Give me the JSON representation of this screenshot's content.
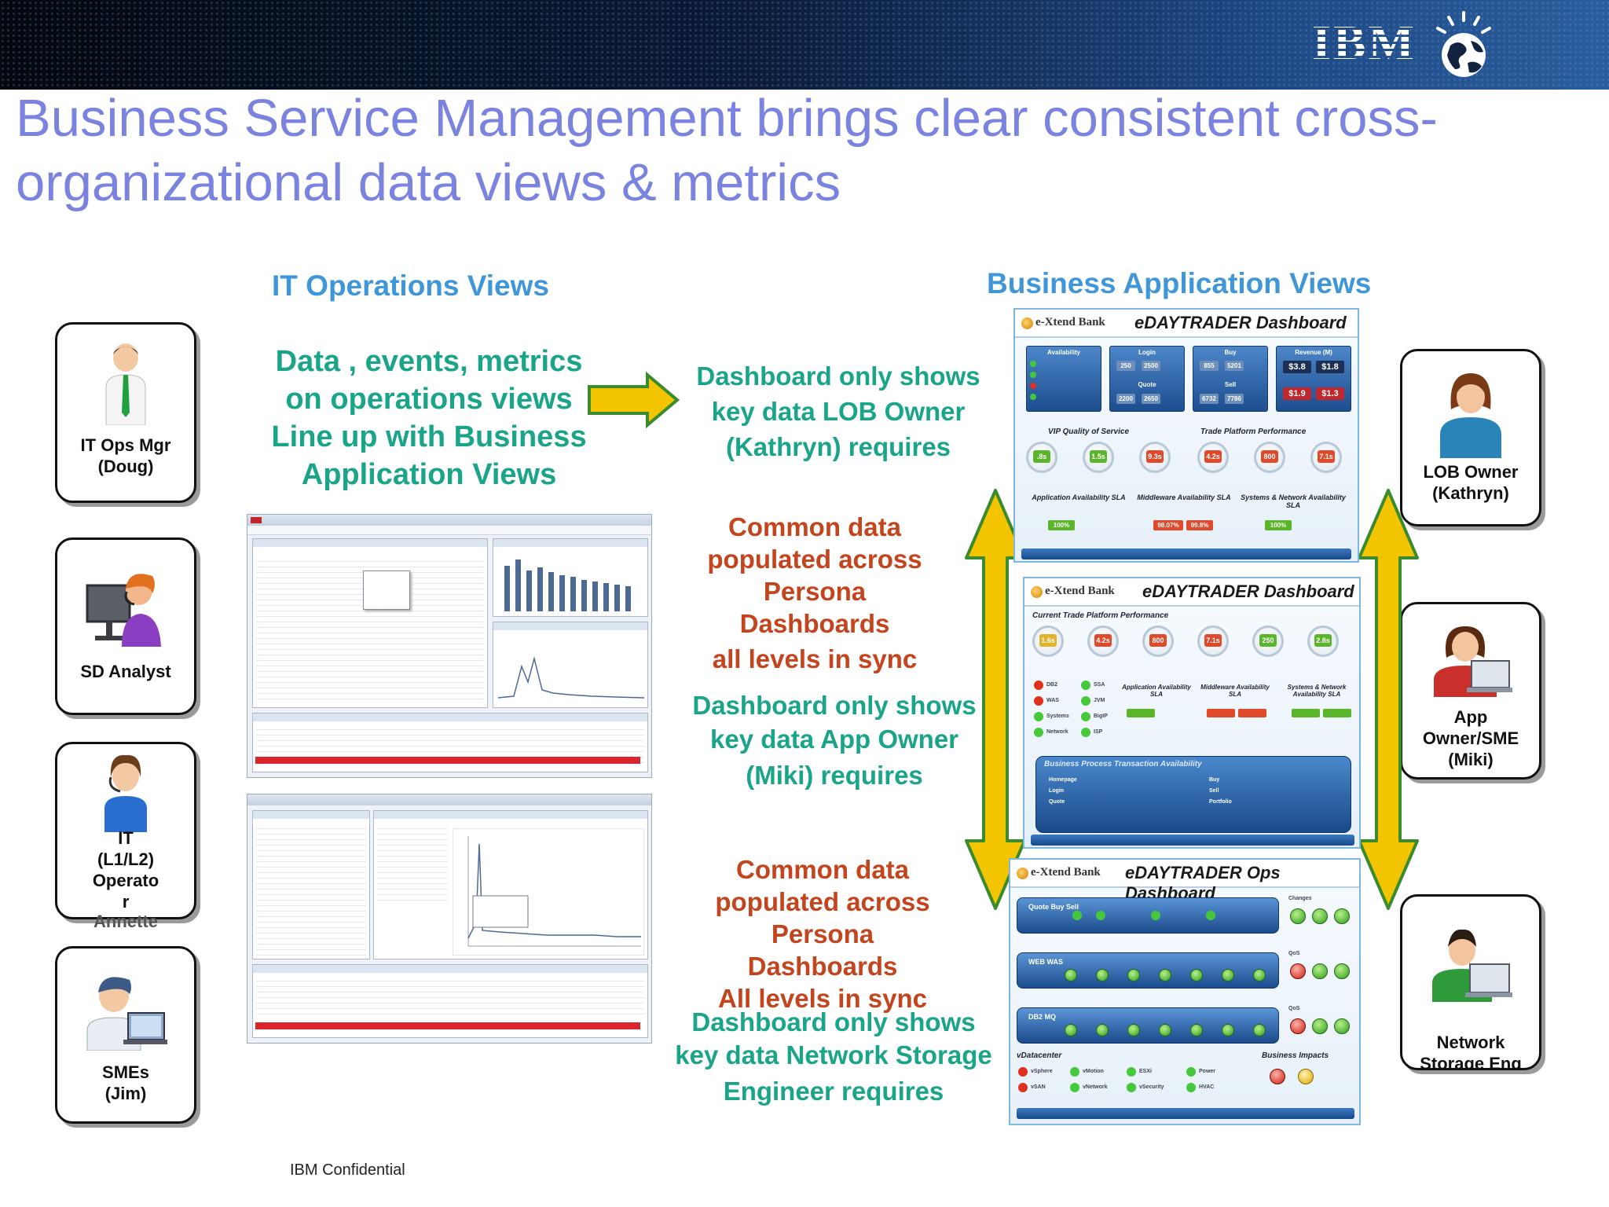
{
  "header": {
    "logo_text": "IBM"
  },
  "title": "Business Service Management brings clear consistent cross-organizational data views & metrics",
  "it_ops_heading": "IT Operations Views",
  "business_heading": "Business Application Views",
  "left_callout": [
    "Data , events, metrics",
    "on operations views",
    "Line up with Business",
    "Application Views"
  ],
  "personas_left": [
    {
      "label_lines": [
        "IT Ops Mgr",
        "(Doug)"
      ]
    },
    {
      "label_lines": [
        "SD Analyst"
      ]
    },
    {
      "label_lines": [
        "IT",
        "(L1/L2)",
        "Operato",
        "r",
        "Annette"
      ]
    },
    {
      "label_lines": [
        "SMEs",
        "(Jim)"
      ]
    }
  ],
  "personas_right": [
    {
      "label_lines": [
        "LOB Owner",
        "(Kathryn)"
      ]
    },
    {
      "label_lines": [
        "App",
        "Owner/SME",
        "(Miki)"
      ]
    },
    {
      "label_lines": [
        "Network",
        "Storage Eng"
      ]
    }
  ],
  "center_texts": {
    "lob_note": [
      "Dashboard only shows",
      "key data LOB Owner",
      "(Kathryn) requires"
    ],
    "common_1": [
      "Common data",
      "populated across",
      "Persona",
      "Dashboards",
      "all levels in sync"
    ],
    "app_note": [
      "Dashboard only shows",
      "key data App Owner",
      "(Miki) requires"
    ],
    "common_2": [
      "Common data",
      "populated across",
      "Persona",
      "Dashboards",
      "All levels in sync"
    ],
    "network_note": [
      "Dashboard only shows",
      "key data Network Storage",
      "Engineer requires"
    ]
  },
  "dashboards": {
    "brand": "e-Xtend Bank",
    "lob": {
      "title": "eDAYTRADER Dashboard",
      "tiles": [
        "Availability",
        "Login",
        "Buy",
        "Revenue (M)"
      ],
      "sub_tiles": [
        "Quote",
        "Sell"
      ],
      "tile_values": [
        "250",
        "2500",
        "855",
        "5201",
        "$3.8",
        "$1.8",
        "2200",
        "2650",
        "6732",
        "7786",
        "$1.9",
        "$1.3"
      ],
      "sections": [
        "VIP Quality of Service",
        "Trade Platform Performance"
      ],
      "gauges": [
        ".8s",
        "1.5s",
        "9.3s",
        "4.2s",
        "800",
        "7.1s"
      ],
      "sla": [
        "Application Availability SLA",
        "Middleware Availability SLA",
        "Systems & Network Availability SLA"
      ],
      "sla_values": [
        "100%",
        "98.07%",
        "99.8%",
        "100%"
      ]
    },
    "app": {
      "title": "eDAYTRADER Dashboard",
      "section": "Current Trade Platform Performance",
      "gauges": [
        "1.6s",
        "4.2s",
        "800",
        "7.1s",
        "250",
        "2.8s"
      ],
      "components": [
        "DB2",
        "WAS",
        "Systems",
        "Network",
        "SSA",
        "JVM",
        "BigIP",
        "ISP"
      ],
      "sla": [
        "Application Availability SLA",
        "Middleware Availability SLA",
        "Systems & Network Availability SLA"
      ],
      "bp_title": "Business Process Transaction Availability",
      "bp_rows": [
        "Homepage",
        "Login",
        "Quote",
        "Buy",
        "Sell",
        "Portfolio"
      ]
    },
    "ops": {
      "title": "eDAYTRADER Ops Dashboard",
      "bands": [
        "Quote Buy Sell",
        "WEB WAS",
        "DB2 MQ"
      ],
      "side_labels": [
        "Changes",
        "QoS",
        "QoS"
      ],
      "bottom_left": "vDatacenter",
      "bottom_right": "Business Impacts",
      "vdc_items": [
        "vSphere",
        "vSAN",
        "vMotion",
        "vNetwork",
        "ESXi",
        "vSecurity",
        "Power",
        "HVAC"
      ]
    }
  },
  "colors": {
    "title": "#7b83e0",
    "heading_blue": "#3f97d9",
    "teal": "#1aa589",
    "red": "#c4441d",
    "arrow_yellow": "#f2c500",
    "arrow_green": "#3a8a2e"
  },
  "footer": "IBM Confidential"
}
